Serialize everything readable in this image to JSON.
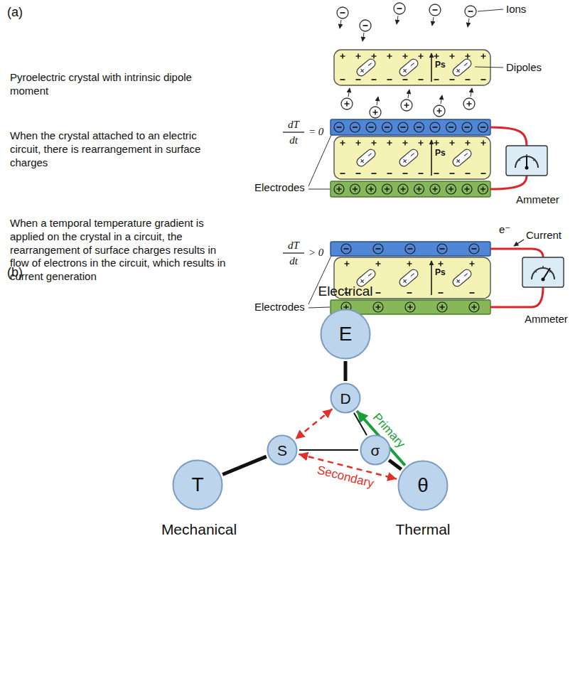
{
  "diagram": {
    "nodes": [
      {
        "text": [
          "E"
        ]
      },
      {
        "text": [
          "D"
        ]
      },
      {
        "text": [
          "S"
        ]
      },
      {
        "text": [
          "σ"
        ]
      },
      {
        "text": [
          "θ"
        ]
      },
      {
        "text": [
          "T"
        ]
      }
    ],
    "edges": [
      {
        "from": 0,
        "to": 1,
        "arrow": "none"
      },
      {
        "from": 1,
        "to": 3,
        "arrow": "none"
      },
      {
        "from": 3,
        "to": 2,
        "arrow": "none"
      },
      {
        "from": 3,
        "to": 4,
        "arrow": "none"
      },
      {
        "from": 5,
        "to": 2,
        "arrow": "none"
      },
      {
        "from": 4,
        "to": 1,
        "arrow": "to",
        "label": "Primary"
      },
      {
        "from": 1,
        "to": 2,
        "arrow": "both"
      },
      {
        "from": 2,
        "to": 4,
        "arrow": "both",
        "label": "Secondary"
      }
    ],
    "labels": [
      "(a)",
      "Pyroelectric crystal with intrinsic dipole moment",
      "When the crystal attached to an electric circuit, there is rearrangement in surface charges",
      "When a temporal temperature gradient is applied on the crystal in a circuit, the rearrangement of surface charges results in flow of electrons in the circuit, which results in current generation",
      "Ions",
      "Dipoles",
      "Ps",
      "dT",
      "dt",
      "= 0",
      "Electrodes",
      "Ps",
      "Ammeter",
      "e⁻",
      "Current",
      "Ps",
      "dT",
      "dt",
      "> 0",
      "Electrodes",
      "Ammeter",
      "(b)",
      "Electrical",
      "Mechanical",
      "Thermal"
    ]
  }
}
